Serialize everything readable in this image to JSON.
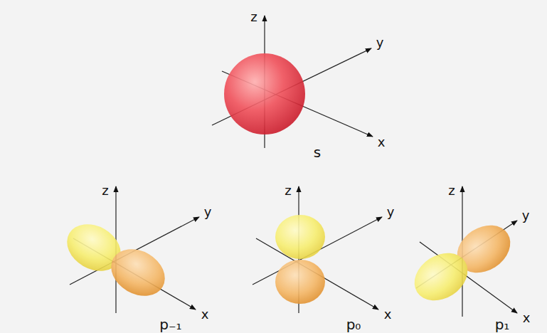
{
  "diagram": {
    "labels": [
      "z",
      "y",
      "x",
      "s",
      "z",
      "y",
      "x",
      "p₋₁",
      "z",
      "y",
      "x",
      "p₀",
      "z",
      "y",
      "x",
      "p₁"
    ]
  }
}
